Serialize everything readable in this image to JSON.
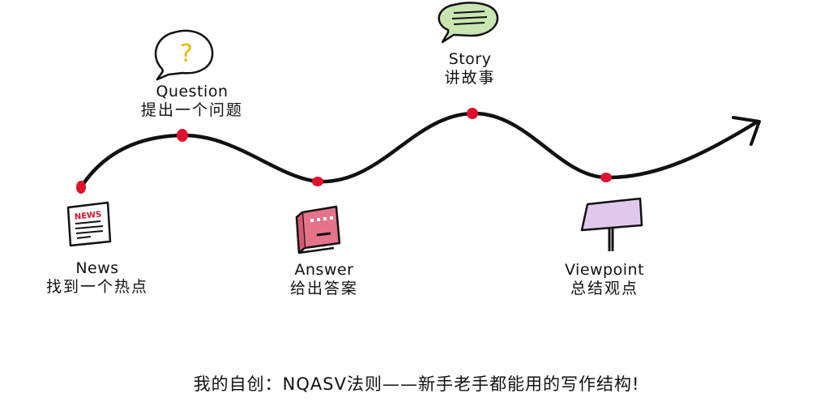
{
  "steps": [
    {
      "en": "News",
      "zh": "找到一个热点",
      "icon": "newspaper-icon",
      "icon_text": "NEWS"
    },
    {
      "en": "Question",
      "zh": "提出一个问题",
      "icon": "question-bubble-icon",
      "icon_text": "?"
    },
    {
      "en": "Answer",
      "zh": "给出答案",
      "icon": "book-icon"
    },
    {
      "en": "Story",
      "zh": "讲故事",
      "icon": "speech-bubble-icon"
    },
    {
      "en": "Viewpoint",
      "zh": "总结观点",
      "icon": "signboard-icon"
    }
  ],
  "caption": "我的自创：NQASV法则——新手老手都能用的写作结构!",
  "colors": {
    "line": "#111111",
    "dot": "#e0102e",
    "question_mark": "#f0b400",
    "book": "#e5738a",
    "speech_bubble": "#c9e6b2",
    "signboard": "#e0c8ec"
  }
}
